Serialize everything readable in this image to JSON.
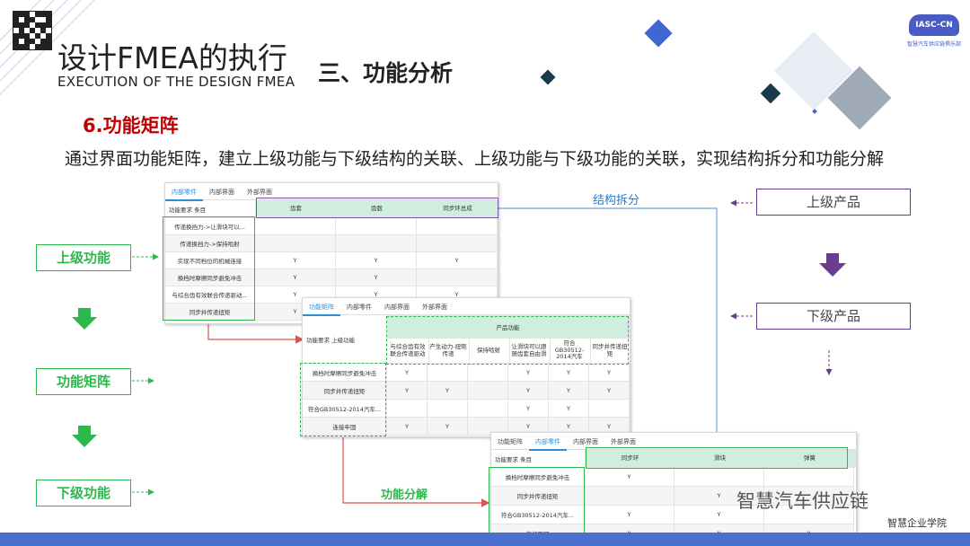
{
  "header": {
    "title_cn": "设计FMEA的执行",
    "title_en": "EXECUTION OF THE DESIGN FMEA",
    "section": "三、功能分析",
    "logo_text": "IASC-CN",
    "logo_sub": "智慧汽车供应链俱乐部"
  },
  "content": {
    "subtitle": "6.功能矩阵",
    "description": "通过界面功能矩阵，建立上级功能与下级结构的关联、上级功能与下级功能的关联，实现结构拆分和功能分解"
  },
  "flow_left": {
    "upper_function": "上级功能",
    "function_matrix": "功能矩阵",
    "lower_function": "下级功能"
  },
  "flow_right": {
    "upper_product": "上级产品",
    "lower_product": "下级产品"
  },
  "labels": {
    "structure_split": "结构拆分",
    "function_decompose": "功能分解"
  },
  "screen1": {
    "tabs": [
      "内部零件",
      "内部界面",
      "外部界面"
    ],
    "active_tab": 0,
    "corner_left": "功能要求",
    "corner_right": "条目",
    "columns": [
      "齿套",
      "齿毂",
      "同步环总成"
    ],
    "rows": [
      {
        "label": "传递换挡力->让滑块可以...",
        "marks": [
          "",
          "",
          ""
        ]
      },
      {
        "label": "传递换挡力->保持啮射",
        "marks": [
          "",
          "",
          ""
        ]
      },
      {
        "label": "实现不同档位的机械连接",
        "marks": [
          "Y",
          "Y",
          "Y"
        ]
      },
      {
        "label": "换档时摩擦同步避免冲击",
        "marks": [
          "Y",
          "Y",
          ""
        ]
      },
      {
        "label": "与综合齿有效联合传递驱动...",
        "marks": [
          "Y",
          "Y",
          "Y"
        ]
      },
      {
        "label": "同步并传递扭矩",
        "marks": [
          "Y",
          "",
          ""
        ]
      }
    ]
  },
  "screen2": {
    "tabs": [
      "功能矩阵",
      "内部零件",
      "内部界面",
      "外部界面"
    ],
    "active_tab": 0,
    "corner_left": "功能要求",
    "corner_right": "上级功能",
    "group_header": "产品功能",
    "columns": [
      "与综合齿有效联合传递驱动",
      "产生动力-扭矩传递",
      "保持啮射",
      "让滑块可以跟随齿套自由滑",
      "符合GB30512-2014汽车",
      "同步并传递扭矩"
    ],
    "rows": [
      {
        "label": "换档时摩擦同步避免冲击",
        "marks": [
          "Y",
          "",
          "",
          "Y",
          "Y",
          "Y"
        ]
      },
      {
        "label": "同步并传递扭矩",
        "marks": [
          "Y",
          "Y",
          "",
          "Y",
          "Y",
          "Y"
        ]
      },
      {
        "label": "符合GB30512-2014汽车...",
        "marks": [
          "",
          "",
          "",
          "Y",
          "Y",
          ""
        ]
      },
      {
        "label": "连接牢固",
        "marks": [
          "Y",
          "Y",
          "",
          "Y",
          "Y",
          "Y"
        ]
      }
    ]
  },
  "screen3": {
    "tabs": [
      "功能矩阵",
      "内部零件",
      "内部界面",
      "外部界面"
    ],
    "active_tab": 1,
    "corner_left": "功能要求",
    "corner_right": "条目",
    "columns": [
      "同步环",
      "滑块",
      "弹簧"
    ],
    "rows": [
      {
        "label": "换档时摩擦同步避免冲击",
        "marks": [
          "Y",
          "",
          ""
        ]
      },
      {
        "label": "同步并传递扭矩",
        "marks": [
          "",
          "Y",
          ""
        ]
      },
      {
        "label": "符合GB30512-2014汽车...",
        "marks": [
          "Y",
          "Y",
          ""
        ]
      },
      {
        "label": "连接牢固",
        "marks": [
          "Y",
          "Y",
          "Y"
        ]
      }
    ]
  },
  "watermark": {
    "main": "智慧汽车供应链",
    "sub": "智慧企业学院"
  },
  "colors": {
    "green": "#2db84d",
    "purple": "#6a3d8f",
    "blue_line": "#6fa7dc",
    "red_line": "#d9534f",
    "subtitle_red": "#c00000",
    "bottom_bar": "#4a6fd0"
  }
}
